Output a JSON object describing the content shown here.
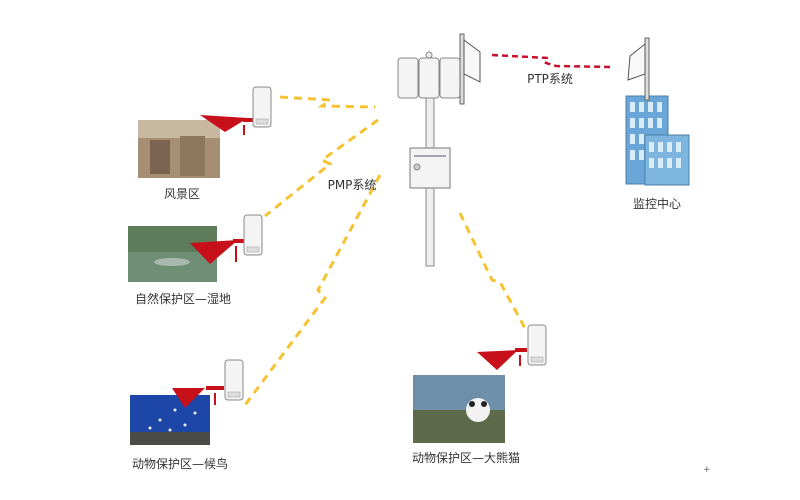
{
  "diagram": {
    "ptp_label": "PTP系统",
    "pmp_label": "PMP系统",
    "center_label": "监控中心",
    "sites": [
      {
        "label": "风景区"
      },
      {
        "label": "自然保护区—湿地"
      },
      {
        "label": "动物保护区—候鸟"
      },
      {
        "label": "动物保护区—大熊猫"
      }
    ]
  },
  "colors": {
    "pmp_link": "#f5c231",
    "ptp_link": "#c8102e",
    "camera_beam": "#c8101a",
    "building": "#6aa7d8"
  }
}
